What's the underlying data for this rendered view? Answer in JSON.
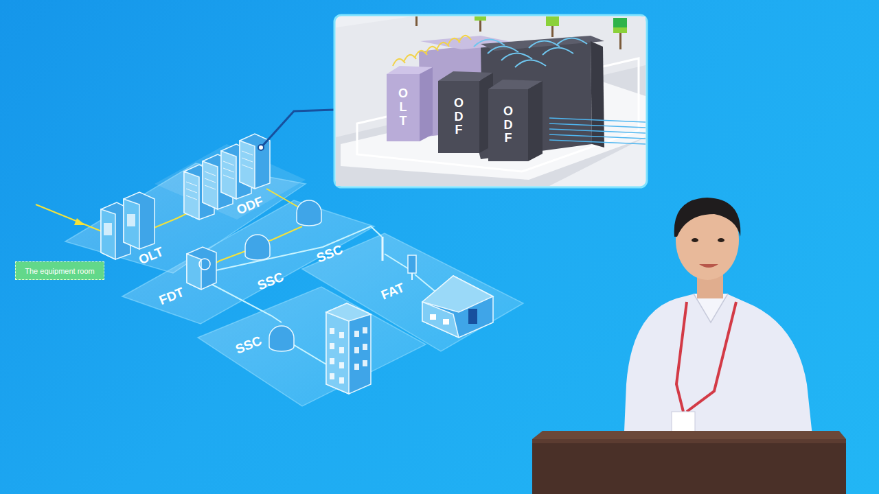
{
  "diagram": {
    "nodes": [
      {
        "text": [
          "OLT"
        ]
      },
      {
        "text": [
          "ODF"
        ]
      },
      {
        "text": [
          "ODF"
        ]
      },
      {
        "text": [
          "The equipment room"
        ]
      }
    ],
    "labels": [
      "OLT",
      "ODF",
      "FDT",
      "SSC",
      "SSC",
      "SSC",
      "FAT"
    ]
  }
}
